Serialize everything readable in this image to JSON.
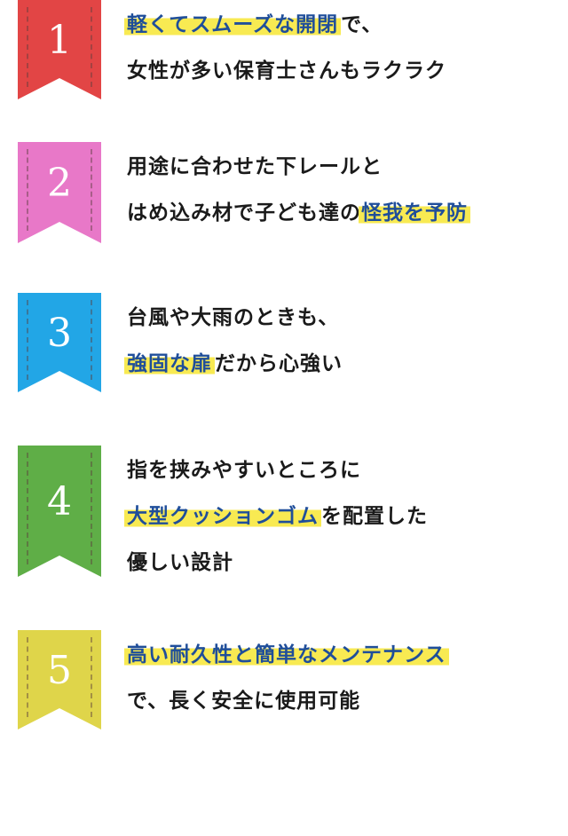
{
  "items": [
    {
      "number": "1",
      "color": "#e24545",
      "lines": [
        [
          {
            "t": "軽くてスムーズな開閉",
            "hl": true
          },
          {
            "t": "で、"
          }
        ],
        [
          {
            "t": "女性が多い保育士さんもラクラク"
          }
        ]
      ]
    },
    {
      "number": "2",
      "color": "#e878c8",
      "lines": [
        [
          {
            "t": "用途に合わせた下レールと"
          }
        ],
        [
          {
            "t": "はめ込み材で子ども達の"
          },
          {
            "t": "怪我を予防",
            "hl": true
          }
        ]
      ]
    },
    {
      "number": "3",
      "color": "#22a6e6",
      "lines": [
        [
          {
            "t": "台風や大雨のときも、"
          }
        ],
        [
          {
            "t": "強固な扉",
            "hl": true
          },
          {
            "t": "だから心強い"
          }
        ]
      ]
    },
    {
      "number": "4",
      "color": "#5fae47",
      "lines": [
        [
          {
            "t": "指を挟みやすいところに"
          }
        ],
        [
          {
            "t": "大型クッションゴム",
            "hl": true
          },
          {
            "t": "を配置した"
          }
        ],
        [
          {
            "t": "優しい設計"
          }
        ]
      ]
    },
    {
      "number": "5",
      "color": "#dfd54a",
      "lines": [
        [
          {
            "t": "高い耐久性と簡単なメンテナンス",
            "hl": true
          }
        ],
        [
          {
            "t": "で、長く安全に使用可能"
          }
        ]
      ]
    }
  ]
}
